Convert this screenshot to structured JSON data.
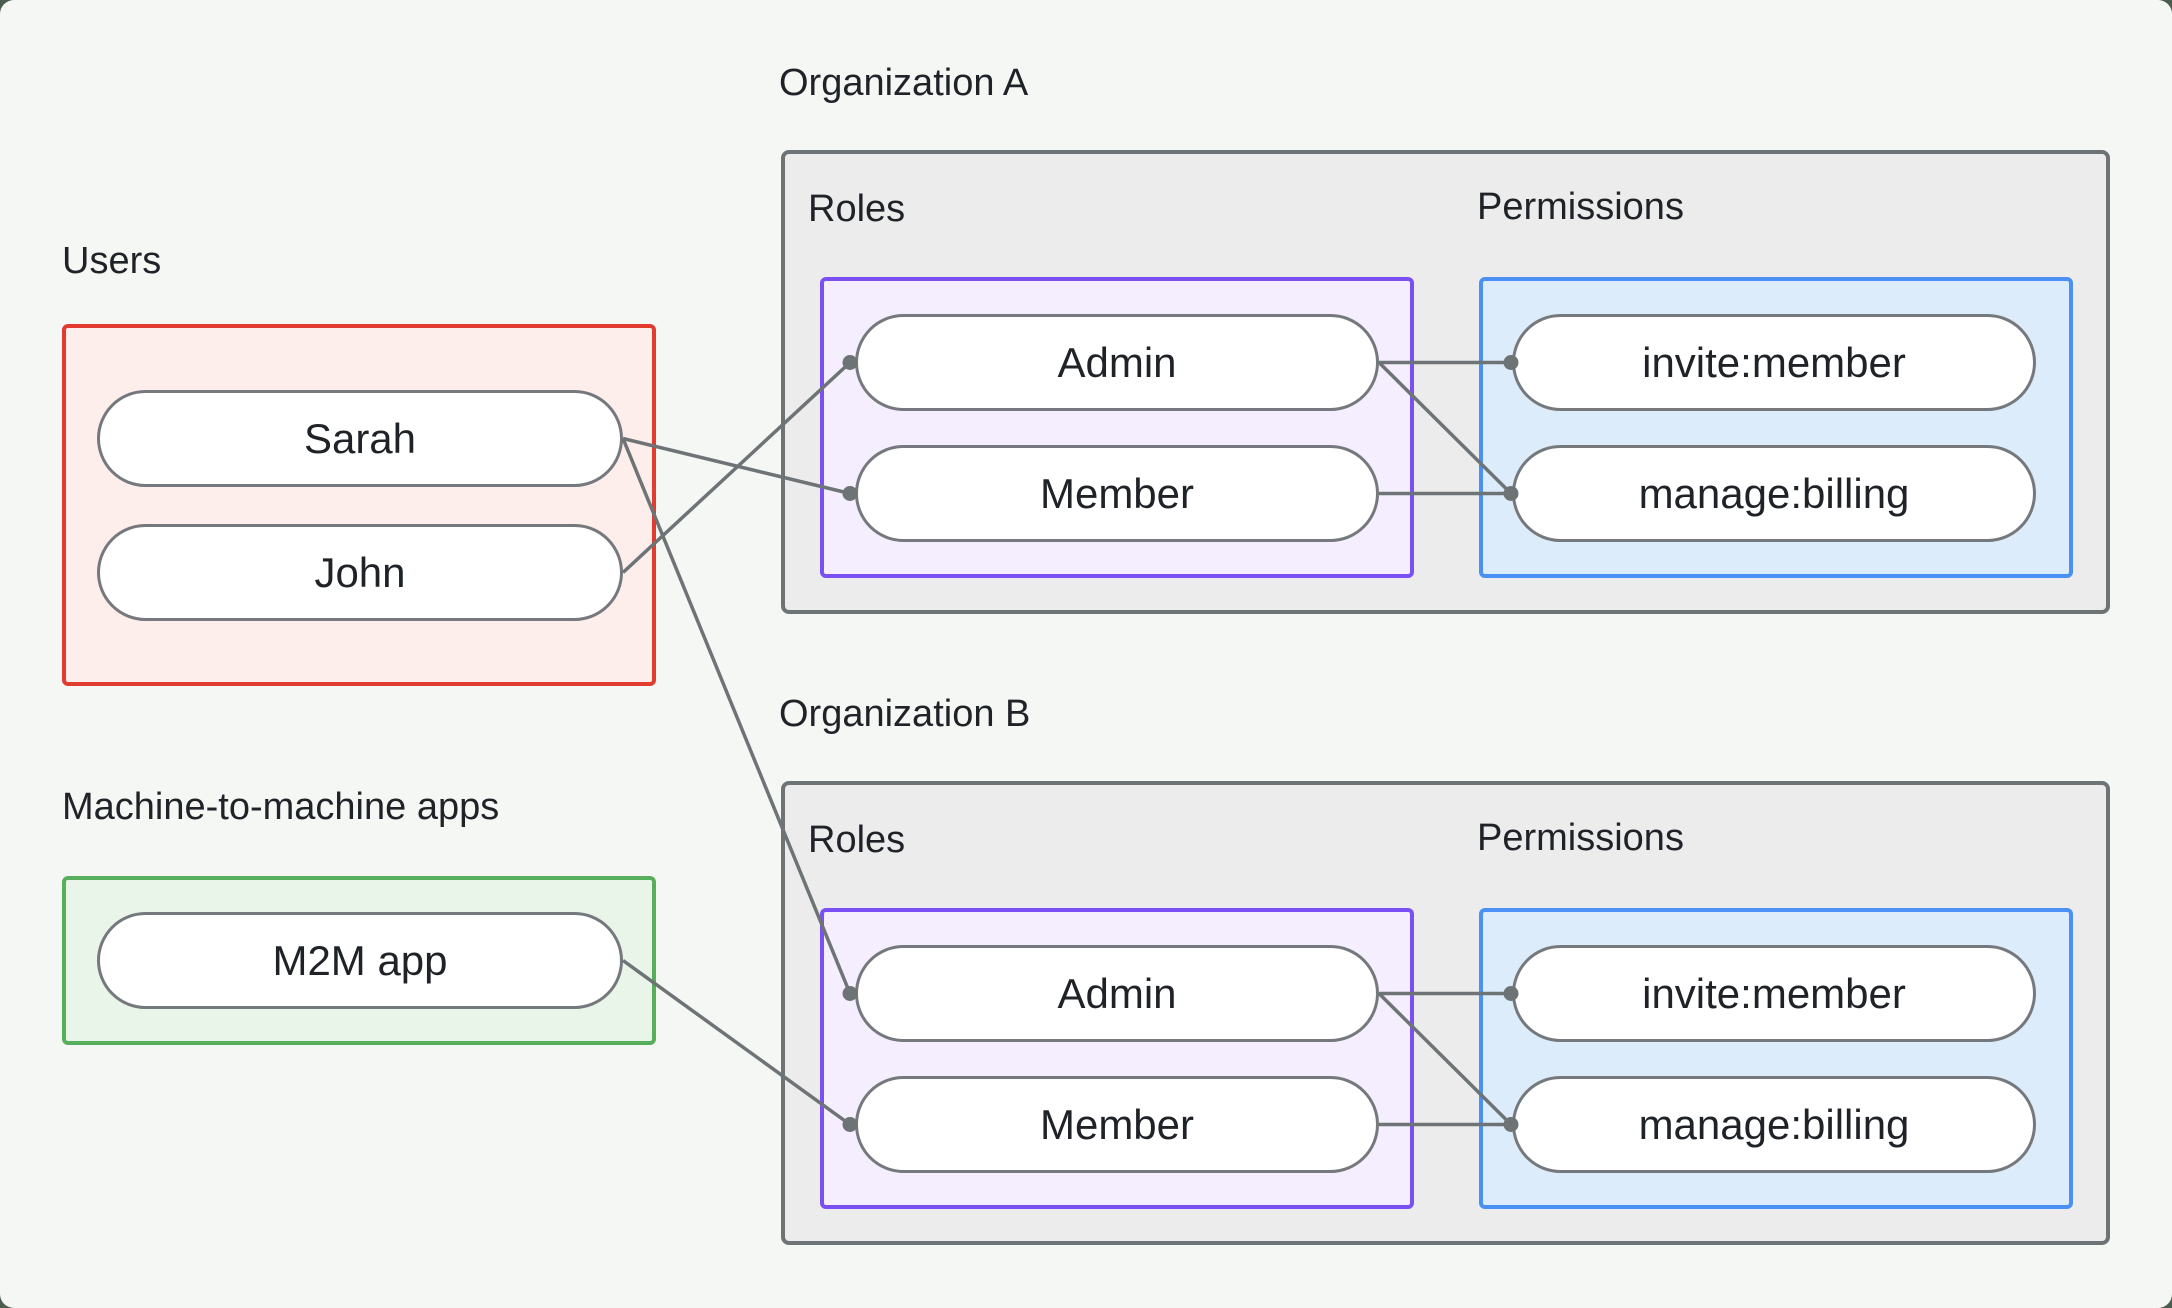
{
  "users": {
    "label": "Users",
    "pills": [
      {
        "id": "sarah",
        "label": "Sarah"
      },
      {
        "id": "john",
        "label": "John"
      }
    ]
  },
  "m2m": {
    "label": "Machine-to-machine apps",
    "pills": [
      {
        "id": "m2m",
        "label": "M2M app"
      }
    ]
  },
  "organizations": [
    {
      "id": "orgA",
      "label": "Organization A",
      "roles_label": "Roles",
      "permissions_label": "Permissions",
      "roles": [
        {
          "id": "orgA-admin",
          "label": "Admin"
        },
        {
          "id": "orgA-member",
          "label": "Member"
        }
      ],
      "permissions": [
        {
          "id": "orgA-invite",
          "label": "invite:member"
        },
        {
          "id": "orgA-manage",
          "label": "manage:billing"
        }
      ]
    },
    {
      "id": "orgB",
      "label": "Organization B",
      "roles_label": "Roles",
      "permissions_label": "Permissions",
      "roles": [
        {
          "id": "orgB-admin",
          "label": "Admin"
        },
        {
          "id": "orgB-member",
          "label": "Member"
        }
      ],
      "permissions": [
        {
          "id": "orgB-invite",
          "label": "invite:member"
        },
        {
          "id": "orgB-manage",
          "label": "manage:billing"
        }
      ]
    }
  ],
  "edges": [
    {
      "from": "sarah",
      "to": "orgA-member"
    },
    {
      "from": "john",
      "to": "orgA-admin"
    },
    {
      "from": "sarah",
      "to": "orgB-admin"
    },
    {
      "from": "m2m",
      "to": "orgB-member"
    },
    {
      "from": "orgA-admin",
      "to": "orgA-invite"
    },
    {
      "from": "orgA-admin",
      "to": "orgA-manage"
    },
    {
      "from": "orgA-member",
      "to": "orgA-manage"
    },
    {
      "from": "orgB-admin",
      "to": "orgB-invite"
    },
    {
      "from": "orgB-admin",
      "to": "orgB-manage"
    },
    {
      "from": "orgB-member",
      "to": "orgB-manage"
    }
  ],
  "colors": {
    "background": "#f5f7f5",
    "outer": "#4a5d4f",
    "text": "#1f2328",
    "users_border": "#e23b30",
    "users_fill": "#fdedeb",
    "m2m_border": "#57ae5b",
    "m2m_fill": "#e9f5e9",
    "org_border": "#6e7376",
    "org_fill": "#ececec",
    "roles_border": "#7a50f5",
    "roles_fill": "#f4eefe",
    "permissions_border": "#4a90f5",
    "permissions_fill": "#ddecfb",
    "pill_border": "#75797d",
    "line": "#6e7376"
  }
}
